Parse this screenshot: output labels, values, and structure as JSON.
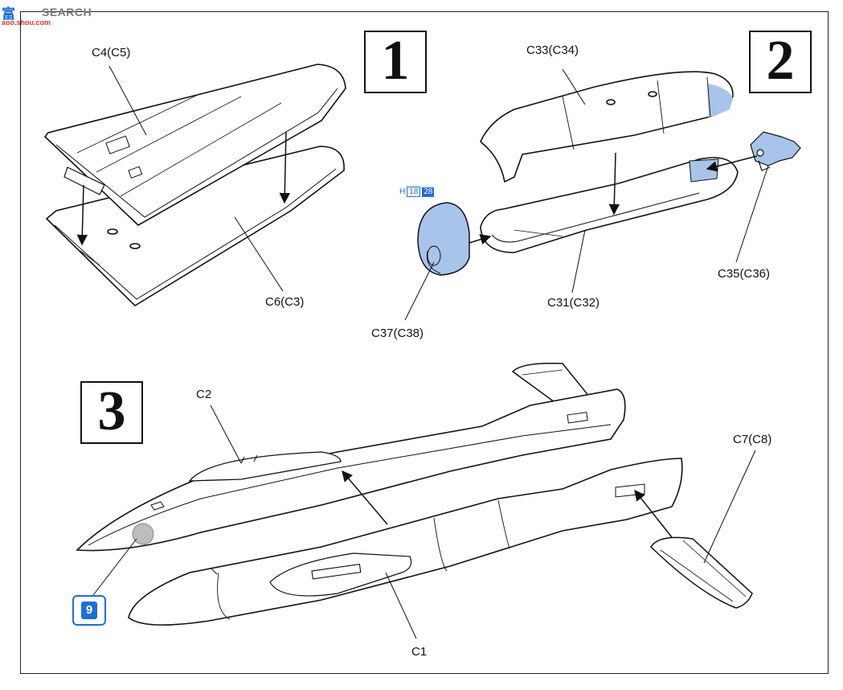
{
  "watermark": {
    "logo": "富",
    "site": "aoo.shou.com",
    "search": "SEARCH"
  },
  "steps": [
    "1",
    "2",
    "3"
  ],
  "parts": {
    "c4_c5": "C4(C5)",
    "c6_c3": "C6(C3)",
    "c33_c34": "C33(C34)",
    "c31_c32": "C31(C32)",
    "c35_c36": "C35(C36)",
    "c37_c38": "C37(C38)",
    "c2": "C2",
    "c1": "C1",
    "c7_c8": "C7(C8)"
  },
  "paint_callout": {
    "prefix": "H",
    "code_a": "18",
    "code_b": "28"
  },
  "decal_number": "9",
  "colors": {
    "highlight": "#a9c4ea",
    "accent": "#1f6ed4",
    "line": "#111111",
    "decal_position": "#bdbdbd"
  }
}
